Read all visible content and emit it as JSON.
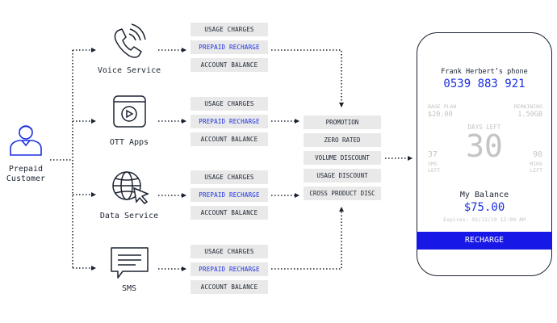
{
  "customer": {
    "label_line1": "Prepaid",
    "label_line2": "Customer",
    "icon": "user-icon"
  },
  "services": [
    {
      "name": "Voice Service",
      "icon": "phone-ringing-icon"
    },
    {
      "name": "OTT Apps",
      "icon": "play-app-icon"
    },
    {
      "name": "Data Service",
      "icon": "globe-cursor-icon"
    },
    {
      "name": "SMS",
      "icon": "message-icon"
    }
  ],
  "chips": [
    "USAGE CHARGES",
    "PREPAID RECHARGE",
    "ACCOUNT BALANCE"
  ],
  "discounts": [
    "PROMOTION",
    "ZERO RATED",
    "VOLUME DISCOUNT",
    "USAGE DISCOUNT",
    "CROSS PRODUCT DISC"
  ],
  "colors": {
    "accent": "#1a2fe0",
    "recharge_bg": "#1717e6",
    "chip_bg": "#e9e9e9",
    "ink": "#1b2330",
    "muted": "#c4c4c4"
  },
  "phone": {
    "title": "Frank Herbert’s phone",
    "number": "0539 883 921",
    "base_plan_label": "BASE PLAN",
    "base_plan_value": "$20.00",
    "remaining_label": "REMAINING",
    "remaining_value": "1.50GB",
    "days_left_label": "DAYS LEFT",
    "days_left_value": "30",
    "sms_value": "37",
    "sms_label_1": "SMS",
    "sms_label_2": "LEFT",
    "mins_value": "90",
    "mins_label_1": "MINS",
    "mins_label_2": "LEFT",
    "balance_label": "My Balance",
    "balance_value": "$75.00",
    "expires": "Expires: 02/12/19 12:00 AM",
    "recharge_label": "RECHARGE"
  }
}
